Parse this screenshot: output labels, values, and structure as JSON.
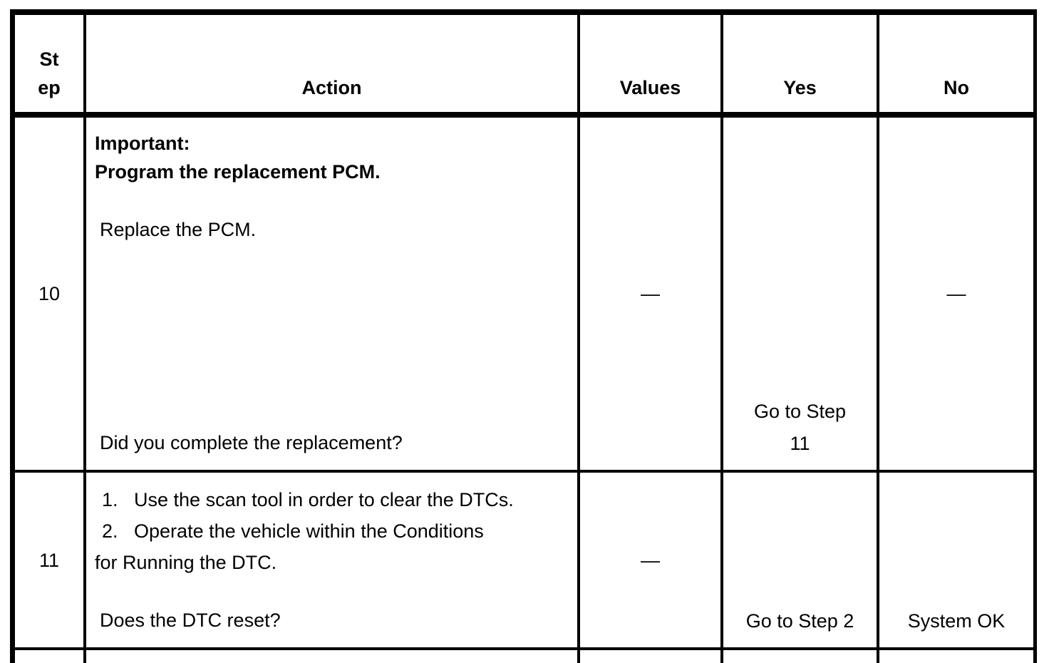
{
  "colors": {
    "background": "#ffffff",
    "text": "#000000",
    "border": "#000000"
  },
  "table": {
    "headers": {
      "step": "St\nep",
      "action": "Action",
      "values": "Values",
      "yes": "Yes",
      "no": "No"
    },
    "rows": [
      {
        "step": "10",
        "action": {
          "important_label": "Important:",
          "important_text": "Program the replacement PCM.",
          "body": "Replace the PCM.",
          "question": "Did you complete the replacement?"
        },
        "values": "—",
        "yes": "Go to Step\n11",
        "no": "—"
      },
      {
        "step": "11",
        "action": {
          "list": [
            "1.   Use the scan tool in order to clear the DTCs.",
            "2.   Operate the vehicle within the Conditions",
            "for Running the DTC."
          ],
          "question": "Does the DTC reset?"
        },
        "values": "—",
        "yes": "Go to Step 2",
        "no": "System OK"
      }
    ]
  }
}
